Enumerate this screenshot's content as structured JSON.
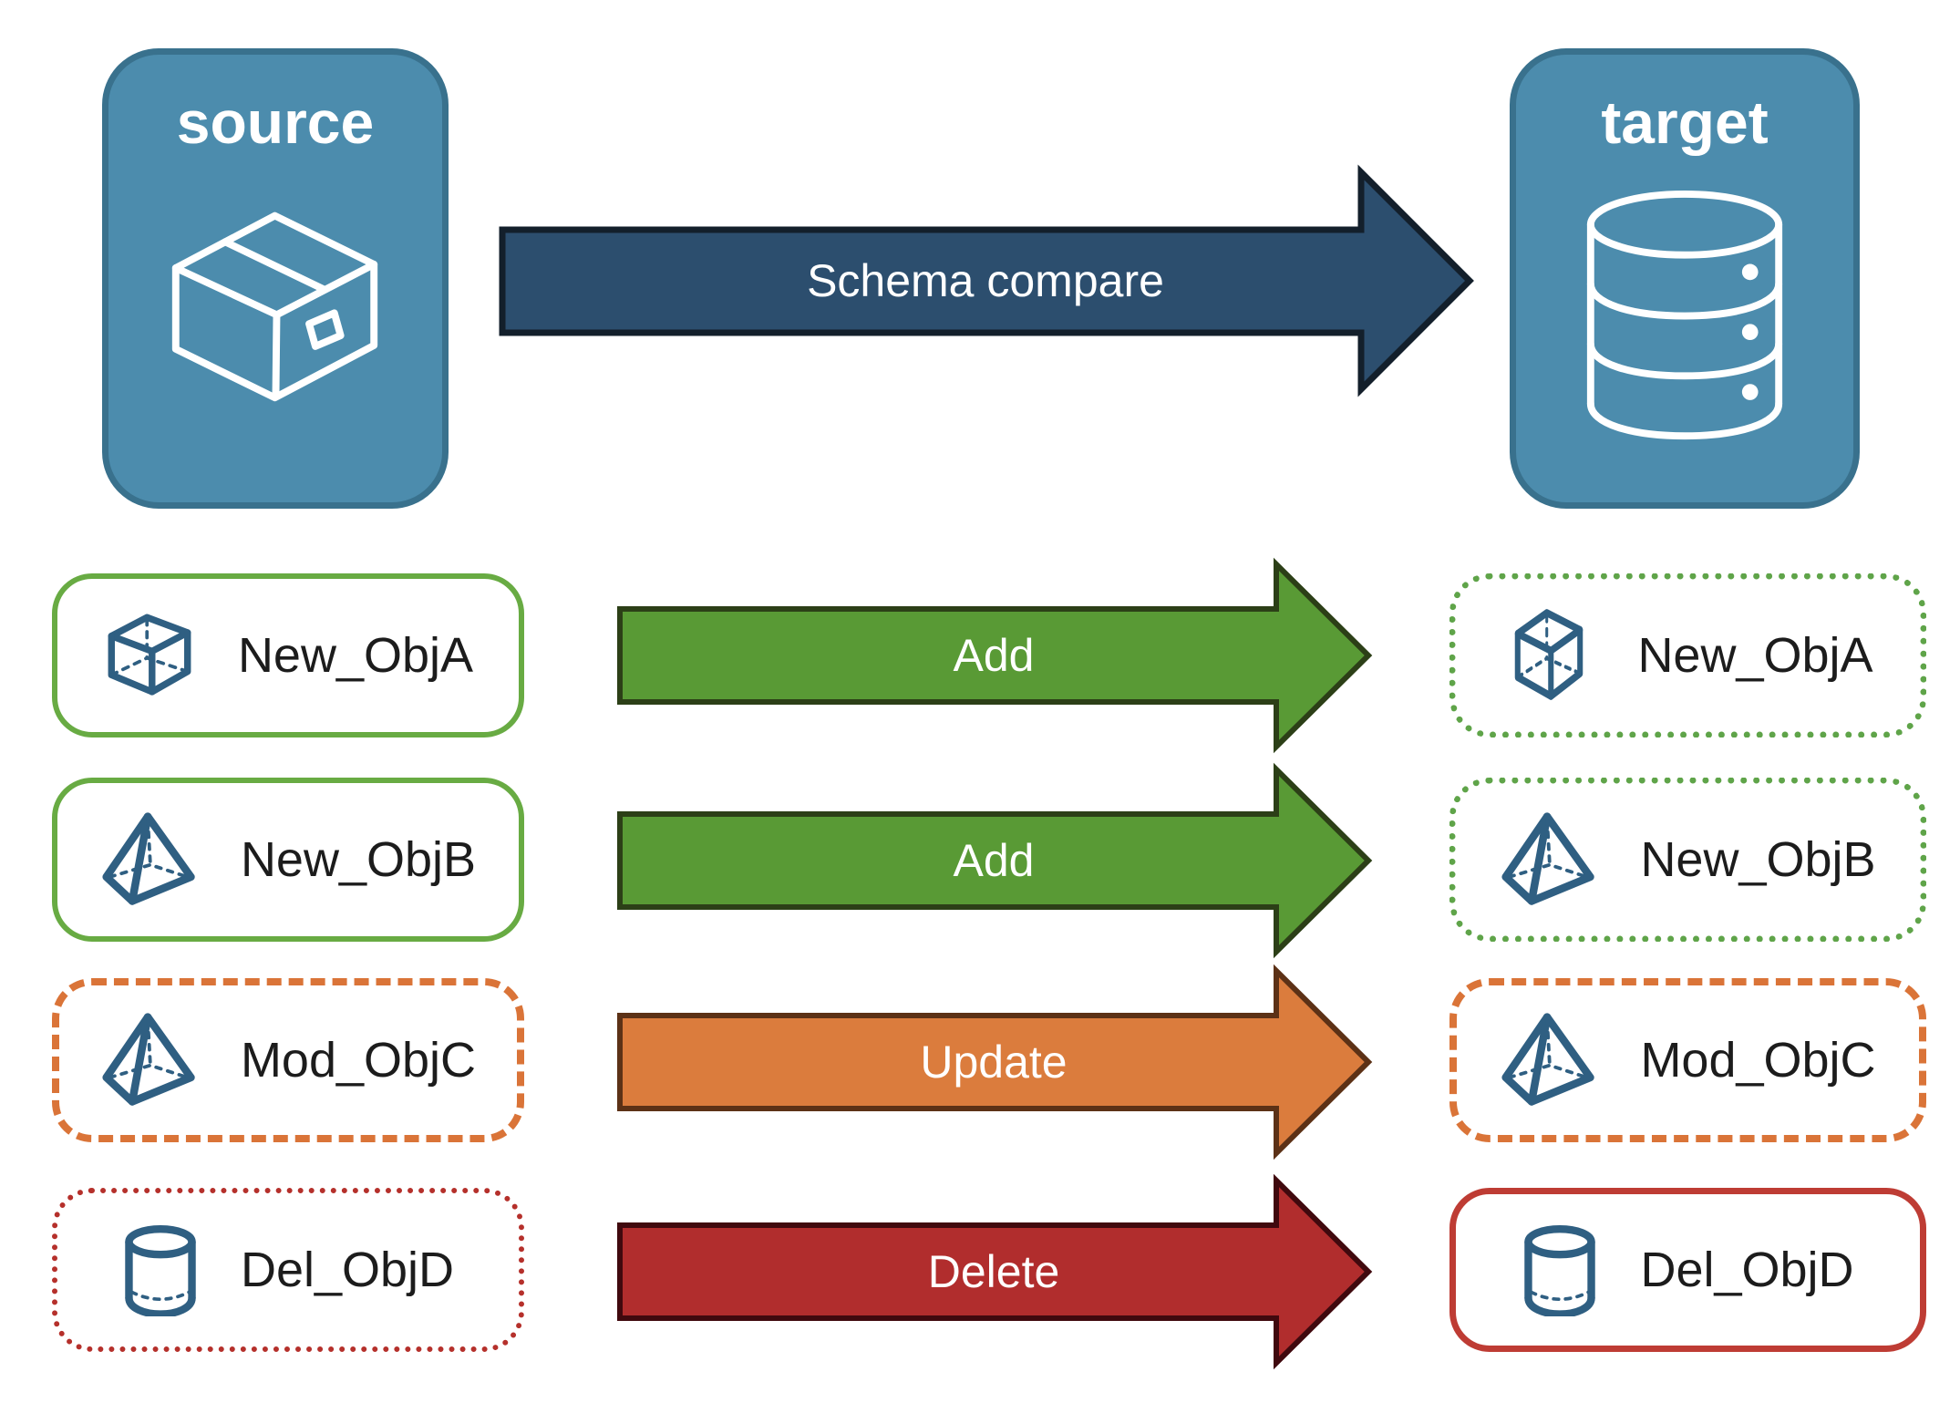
{
  "source_node": {
    "label": "source",
    "icon": "package-icon"
  },
  "target_node": {
    "label": "target",
    "icon": "database-icon"
  },
  "compare_arrow": {
    "label": "Schema compare"
  },
  "rows": [
    {
      "source_item": {
        "label": "New_ObjA",
        "icon": "cube-icon",
        "border_style": "solid-green"
      },
      "action": {
        "label": "Add",
        "type": "add"
      },
      "target_item": {
        "label": "New_ObjA",
        "icon": "cube-icon",
        "border_style": "dotted-green"
      }
    },
    {
      "source_item": {
        "label": "New_ObjB",
        "icon": "pyramid-icon",
        "border_style": "solid-green"
      },
      "action": {
        "label": "Add",
        "type": "add"
      },
      "target_item": {
        "label": "New_ObjB",
        "icon": "pyramid-icon",
        "border_style": "dotted-green"
      }
    },
    {
      "source_item": {
        "label": "Mod_ObjC",
        "icon": "pyramid-icon",
        "border_style": "dashed-orange"
      },
      "action": {
        "label": "Update",
        "type": "update"
      },
      "target_item": {
        "label": "Mod_ObjC",
        "icon": "pyramid-icon",
        "border_style": "dashed-orange"
      }
    },
    {
      "source_item": {
        "label": "Del_ObjD",
        "icon": "cylinder-icon",
        "border_style": "dotted-red"
      },
      "action": {
        "label": "Delete",
        "type": "delete"
      },
      "target_item": {
        "label": "Del_ObjD",
        "icon": "cylinder-icon",
        "border_style": "solid-red"
      }
    }
  ],
  "colors": {
    "node_fill": "#4C8CAD",
    "node_border": "#39718D",
    "node_text": "#FFFFFF",
    "compare_arrow_fill": "#2C4E6E",
    "compare_arrow_border": "#131F2B",
    "add_arrow_fill": "#599A35",
    "add_arrow_border": "#2C3F17",
    "update_arrow_fill": "#DB7C3D",
    "update_arrow_border": "#5C3116",
    "delete_arrow_fill": "#B12D2D",
    "delete_arrow_border": "#40090E",
    "new_object_border": "#68AB43",
    "pending_new_border": "#5FA449",
    "modified_border": "#DA7438",
    "deleted_source_border": "#B5302B",
    "deleted_target_border": "#BE3C34",
    "object_icon": "#2F5F82",
    "label_text": "#1C1C1C"
  }
}
